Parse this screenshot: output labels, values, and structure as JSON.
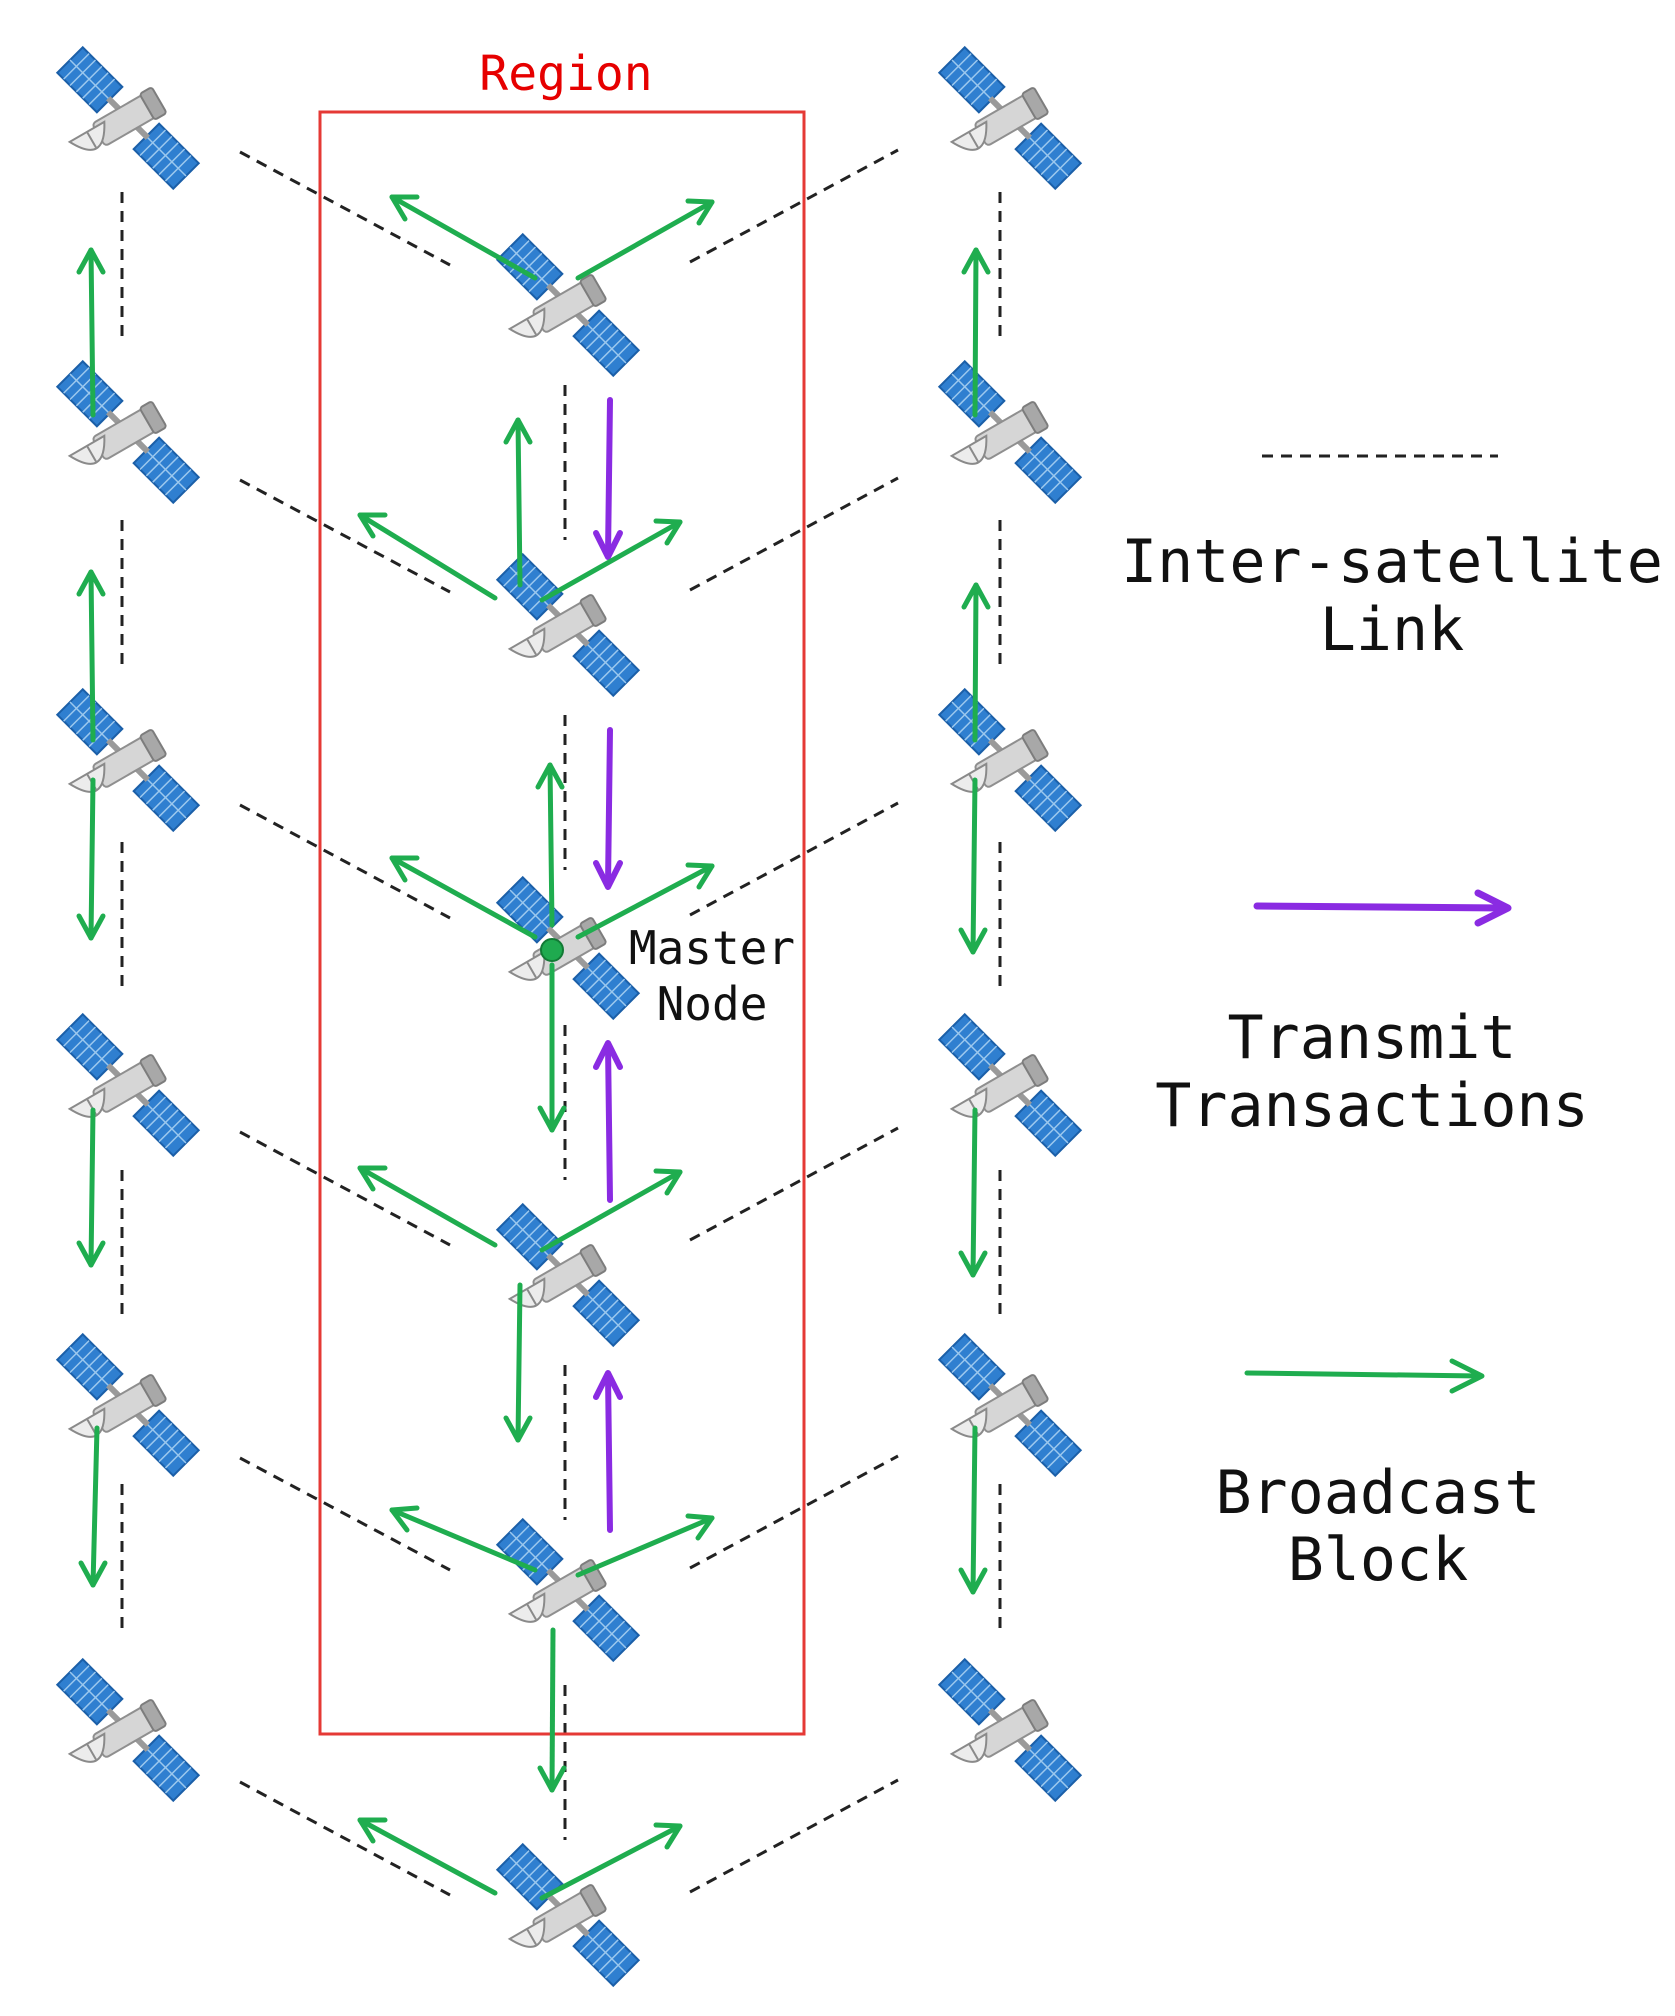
{
  "region": {
    "label": "Region"
  },
  "master_node": {
    "line1": "Master",
    "line2": "Node"
  },
  "legend": {
    "inter_satellite_link": {
      "line1": "Inter-satellite",
      "line2": "Link"
    },
    "transmit_transactions": {
      "line1": "Transmit",
      "line2": "Transactions"
    },
    "broadcast_block": {
      "line1": "Broadcast",
      "line2": "Block"
    }
  },
  "colors": {
    "region_border": "#e53935",
    "region_label": "#e60000",
    "transmit_arrow": "#8a2be2",
    "broadcast_arrow": "#1fad4f",
    "link_line": "#222222",
    "panel_blue": "#2f7fd0",
    "body_gray": "#c9c9c9",
    "master_dot": "#1faa4f"
  },
  "icons": {
    "satellite": "satellite-icon"
  }
}
